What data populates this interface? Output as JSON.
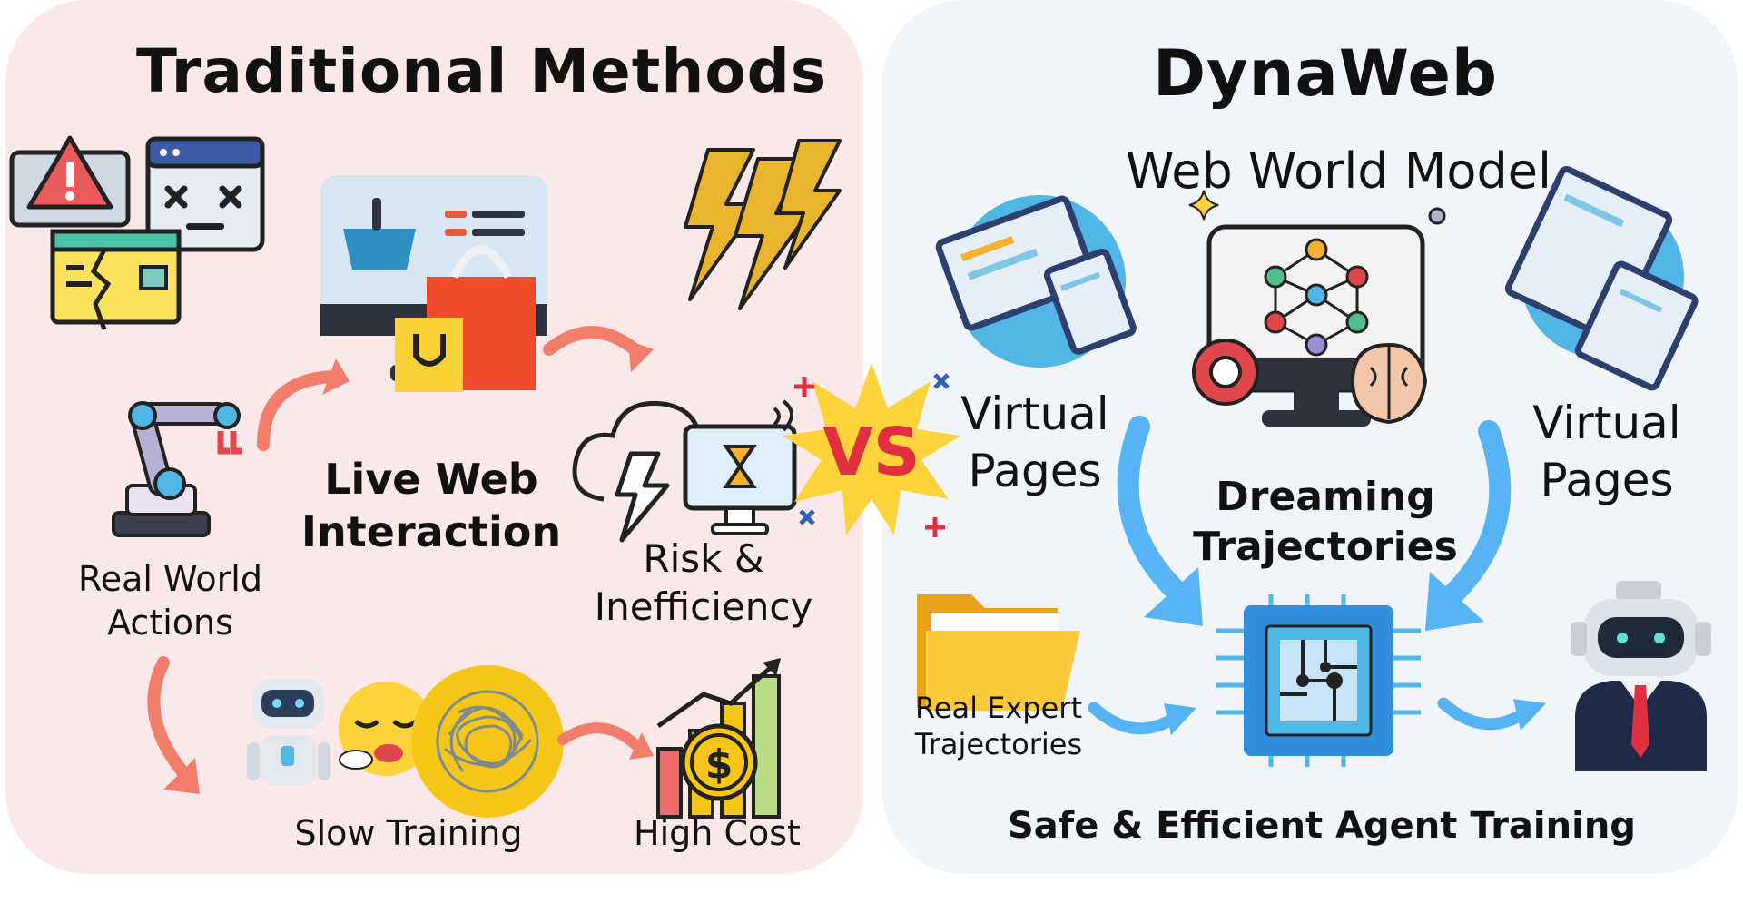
{
  "left": {
    "title": "Traditional Methods",
    "live_web_interaction": "Live Web\nInteraction",
    "real_world_actions": "Real World\nActions",
    "risk_inefficiency": "Risk &\nInefficiency",
    "slow_training": "Slow Training",
    "high_cost": "High Cost"
  },
  "vs_label": "VS",
  "right": {
    "title": "DynaWeb",
    "web_world_model": "Web World Model",
    "virtual_pages_left": "Virtual\nPages",
    "virtual_pages_right": "Virtual\nPages",
    "dreaming_trajectories": "Dreaming\nTrajectories",
    "real_expert_trajectories": "Real Expert\nTrajectories",
    "safe_efficient": "Safe & Efficient Agent Training"
  },
  "colors": {
    "left_bg": "#fbe8e8",
    "right_bg": "#f1f4f8",
    "salmon_arrow": "#f27d6a",
    "blue_arrow": "#56b4f5",
    "vs_burst": "#fcd33a",
    "vs_text": "#e0303f"
  },
  "icons": [
    "warning-monitor-icon",
    "error-window-icon",
    "broken-page-icon",
    "shopping-monitor-icon",
    "lightning-icon",
    "robot-arm-icon",
    "cloud-lightning-monitor-icon",
    "robot-icon",
    "sleepy-face-icon",
    "tangled-thread-icon",
    "cost-chart-icon",
    "website-devices-icon",
    "brain-network-monitor-icon",
    "folder-icon",
    "chip-icon",
    "robot-businessman-icon"
  ]
}
